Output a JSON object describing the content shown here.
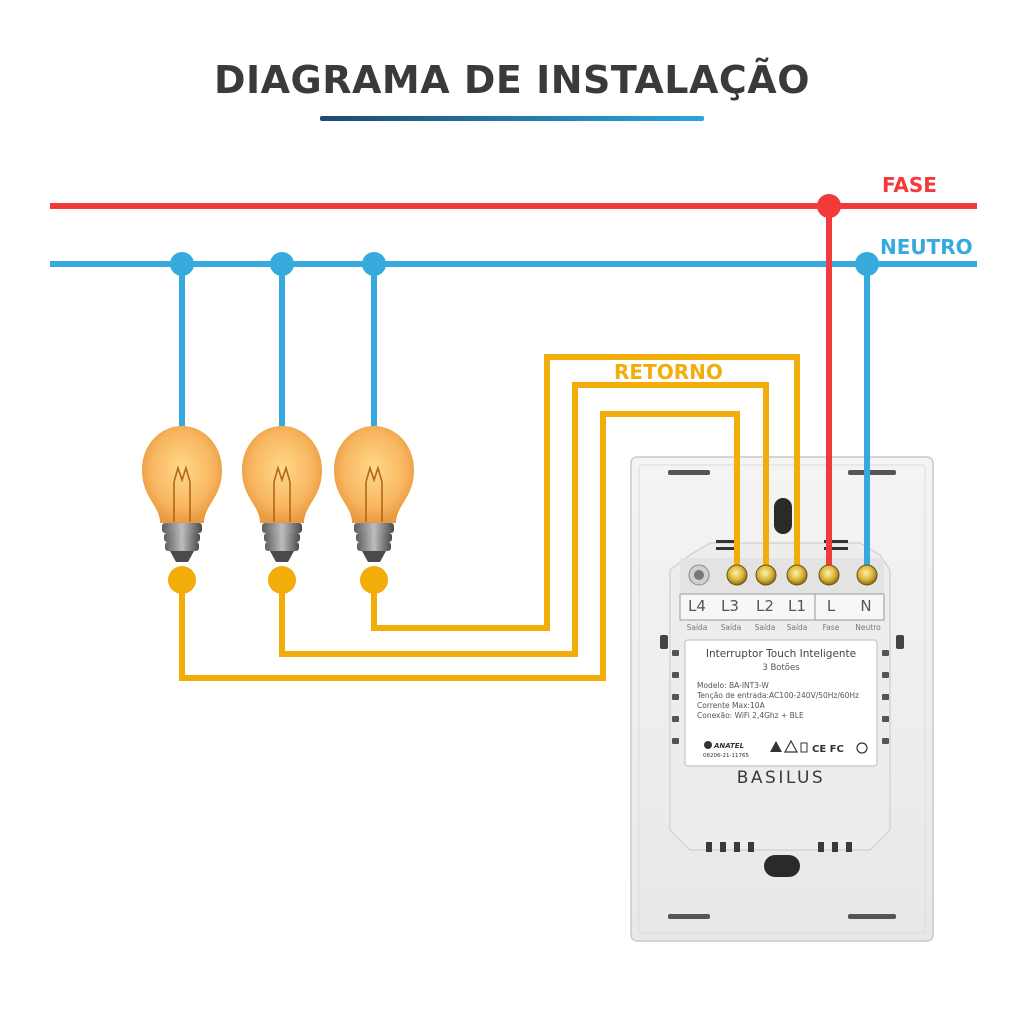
{
  "title": "DIAGRAMA DE INSTALAÇÃO",
  "labels": {
    "fase": "FASE",
    "neutro": "NEUTRO",
    "retorno": "RETORNO"
  },
  "colors": {
    "fase": "#f23a3a",
    "neutro": "#36a9dd",
    "retorno": "#f2ad0b",
    "title": "#3a3a3a"
  },
  "switch": {
    "terminals": [
      {
        "label": "L4",
        "sub": "Saída"
      },
      {
        "label": "L3",
        "sub": "Saída"
      },
      {
        "label": "L2",
        "sub": "Saída"
      },
      {
        "label": "L1",
        "sub": "Saída"
      },
      {
        "label": "L",
        "sub": "Fase"
      },
      {
        "label": "N",
        "sub": "Neutro"
      }
    ],
    "product_name": "Interruptor Touch Inteligente",
    "buttons": "3 Botões",
    "specs": [
      "Modelo: BA-INT3-W",
      "Tenção de entrada:AC100-240V/50Hz/60Hz",
      "Corrente Max:10A",
      "Conexão: WiFi 2,4Ghz + BLE"
    ],
    "anatel_name": "ANATEL",
    "anatel_code": "08206-21-11765",
    "cert_marks": "CE FC",
    "brand": "BASILUS"
  },
  "bulbs": [
    {
      "name": "lamp-1-icon"
    },
    {
      "name": "lamp-2-icon"
    },
    {
      "name": "lamp-3-icon"
    }
  ]
}
